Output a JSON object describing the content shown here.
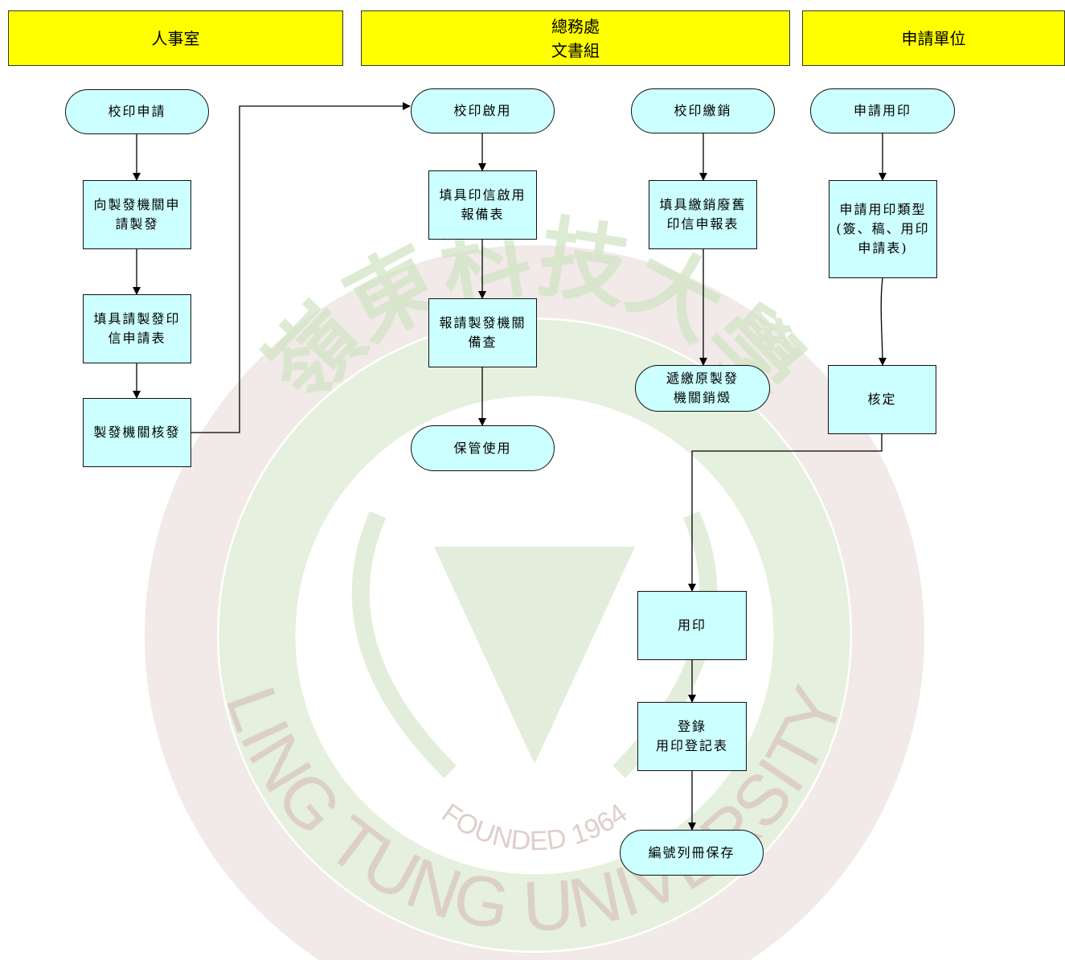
{
  "lanes": {
    "hr": "人事室",
    "general_affairs_line1": "總務處",
    "general_affairs_line2": "文書組",
    "applicant": "申請單位"
  },
  "nodes": {
    "seal_apply": "校印申請",
    "apply_agency": "向製發機關申\n請製發",
    "fill_request_form": "填具請製發印\n信申請表",
    "agency_issue": "製發機關核發",
    "seal_enable": "校印啟用",
    "fill_enable_report": "填具印信啟用\n報備表",
    "report_agency": "報請製發機關\n備查",
    "custody_use": "保管使用",
    "seal_cancel": "校印繳銷",
    "fill_cancel_report": "填具繳銷廢舊\n印信申報表",
    "return_destroy": "遞繳原製發\n機關銷燬",
    "apply_stamp": "申請用印",
    "stamp_type": "申請用印類型\n(簽、稿、用印\n申請表)",
    "approve": "核定",
    "stamp": "用印",
    "register": "登錄\n用印登記表",
    "number_file": "編號列冊保存"
  },
  "watermark": {
    "motto": "嶺東科技大學",
    "university": "LING TUNG UNIVERSITY",
    "founded": "FOUNDED 1964"
  },
  "colors": {
    "lane_fill": "#ffff00",
    "node_fill": "#ccffff",
    "watermark_ring": "#e6d9d5",
    "watermark_green": "#cfe3c3",
    "watermark_text": "#d9c3bd"
  }
}
